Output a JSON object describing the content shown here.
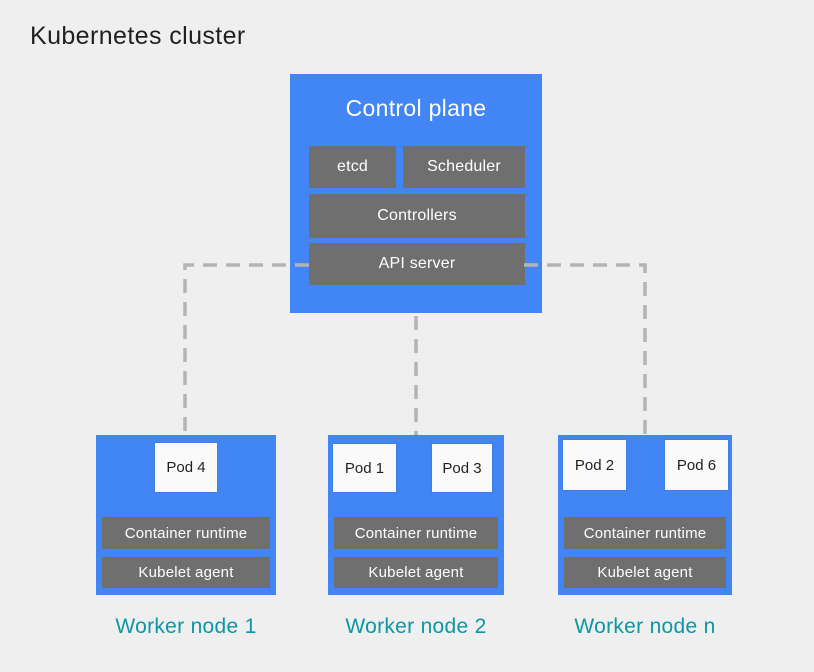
{
  "title": "Kubernetes cluster",
  "colors": {
    "background": "#efefef",
    "node_blue": "#4285f4",
    "box_gray": "#6f6f6f",
    "pod_white": "#fafafa",
    "connector_gray": "#b4b4b4",
    "title_dark": "#1f2023",
    "worker_label_teal": "#0b97a3",
    "white_text": "#ffffff"
  },
  "control_plane": {
    "title": "Control plane",
    "components": {
      "etcd": "etcd",
      "scheduler": "Scheduler",
      "controllers": "Controllers",
      "api_server": "API server"
    }
  },
  "worker_nodes": [
    {
      "label": "Worker node 1",
      "pods": [
        "Pod 4"
      ],
      "runtime_label": "Container runtime",
      "kubelet_label": "Kubelet agent"
    },
    {
      "label": "Worker node 2",
      "pods": [
        "Pod 1",
        "Pod 3"
      ],
      "runtime_label": "Container runtime",
      "kubelet_label": "Kubelet agent"
    },
    {
      "label": "Worker node n",
      "pods": [
        "Pod 2",
        "Pod 6"
      ],
      "runtime_label": "Container runtime",
      "kubelet_label": "Kubelet agent"
    }
  ]
}
